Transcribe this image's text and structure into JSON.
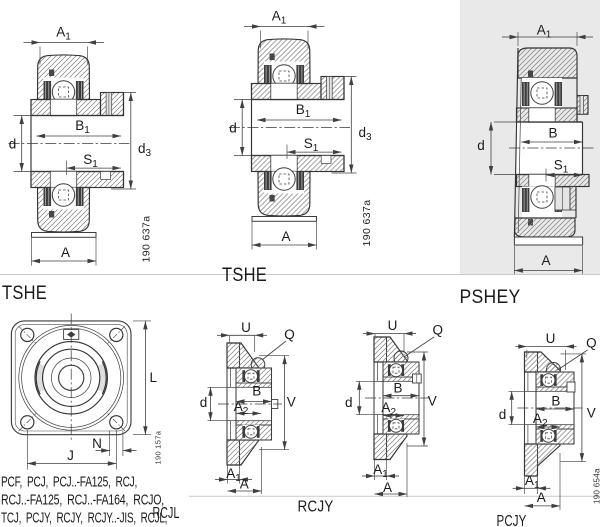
{
  "page": {
    "description": "Catalog figure: housed bearing unit dimension drawings",
    "background": "#ffffff"
  },
  "colors": {
    "panel_bg": "#e9e9e9",
    "line": "#333333",
    "hatch": "#7b7b7b",
    "separator": "#c9c9c9",
    "text": "#1a1a1a",
    "seal_fill": "#3d3d3d"
  },
  "dim_labels": {
    "A1": {
      "base": "A",
      "sub": "1"
    },
    "B1": {
      "base": "B",
      "sub": "1"
    },
    "S1": {
      "base": "S",
      "sub": "1"
    },
    "d3": {
      "base": "d",
      "sub": "3"
    },
    "A2": {
      "base": "A",
      "sub": "2"
    },
    "d": "d",
    "A": "A",
    "B": "B",
    "L": "L",
    "N": "N",
    "J": "J",
    "U": "U",
    "Q": "Q",
    "V": "V"
  },
  "figures": {
    "tshe_left": {
      "caption": "TSHE",
      "register": "190 637a"
    },
    "tshe_middle": {
      "caption": "TSHE",
      "register": "190 637a"
    },
    "pshey": {
      "caption": "PSHEY"
    },
    "flange_front": {
      "caption": "RCJL",
      "register": "190 157a"
    },
    "rcjy": {
      "caption": "RCJY"
    },
    "pcjy": {
      "caption": "PCJY",
      "register": "190 654a"
    }
  },
  "series_list": {
    "line1": "PCF、PCJ、PCJ..-FA125、RCJ、",
    "line2": "RCJ..-FA125、RCJ..-FA164、RCJO,",
    "line3": "TCJ、PCJY、RCJY、RCJY..-JIS、RCJL、"
  }
}
